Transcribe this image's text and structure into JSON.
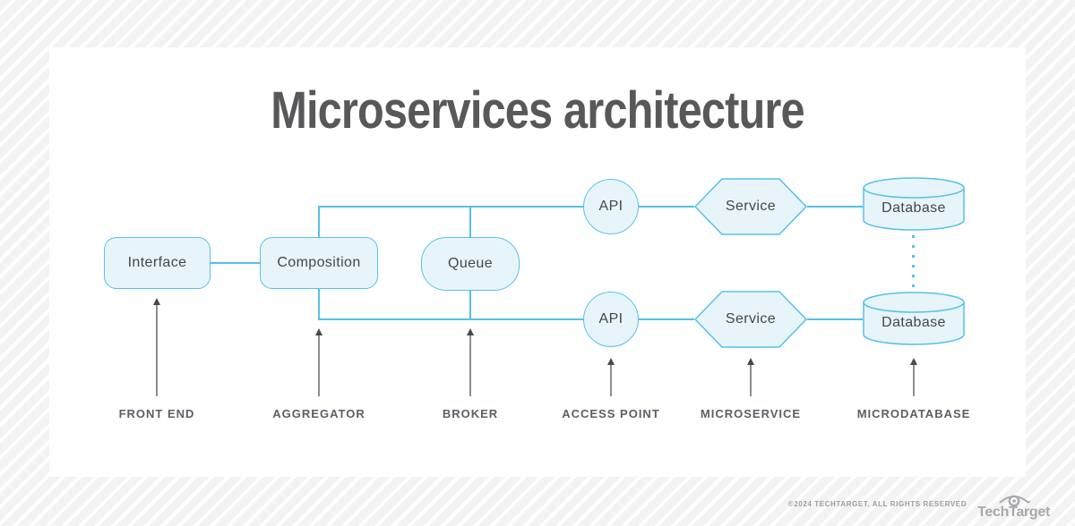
{
  "title": "Microservices architecture",
  "diagram": {
    "nodes": {
      "interface": {
        "label": "Interface",
        "shape": "rounded-rect"
      },
      "composition": {
        "label": "Composition",
        "shape": "rounded-rect"
      },
      "queue": {
        "label": "Queue",
        "shape": "stadium"
      },
      "api_top": {
        "label": "API",
        "shape": "circle"
      },
      "api_bottom": {
        "label": "API",
        "shape": "circle"
      },
      "service_top": {
        "label": "Service",
        "shape": "hexagon"
      },
      "service_bottom": {
        "label": "Service",
        "shape": "hexagon"
      },
      "database_top": {
        "label": "Database",
        "shape": "cylinder"
      },
      "database_bottom": {
        "label": "Database",
        "shape": "cylinder"
      }
    },
    "role_labels": [
      "FRONT END",
      "AGGREGATOR",
      "BROKER",
      "ACCESS POINT",
      "MICROSERVICE",
      "MICRODATABASE"
    ]
  },
  "colors": {
    "accent_blue": "#55c1e8",
    "node_fill": "#e7f5fb",
    "title_gray": "#58585a",
    "label_gray": "#5b6065",
    "arrow_head": "#47494c",
    "arrow_stem": "#8c8f92",
    "footer_gray": "#a7a9ab"
  },
  "footer": {
    "copyright": "©2024 TECHTARGET. ALL RIGHTS RESERVED",
    "brand": "TechTarget"
  }
}
